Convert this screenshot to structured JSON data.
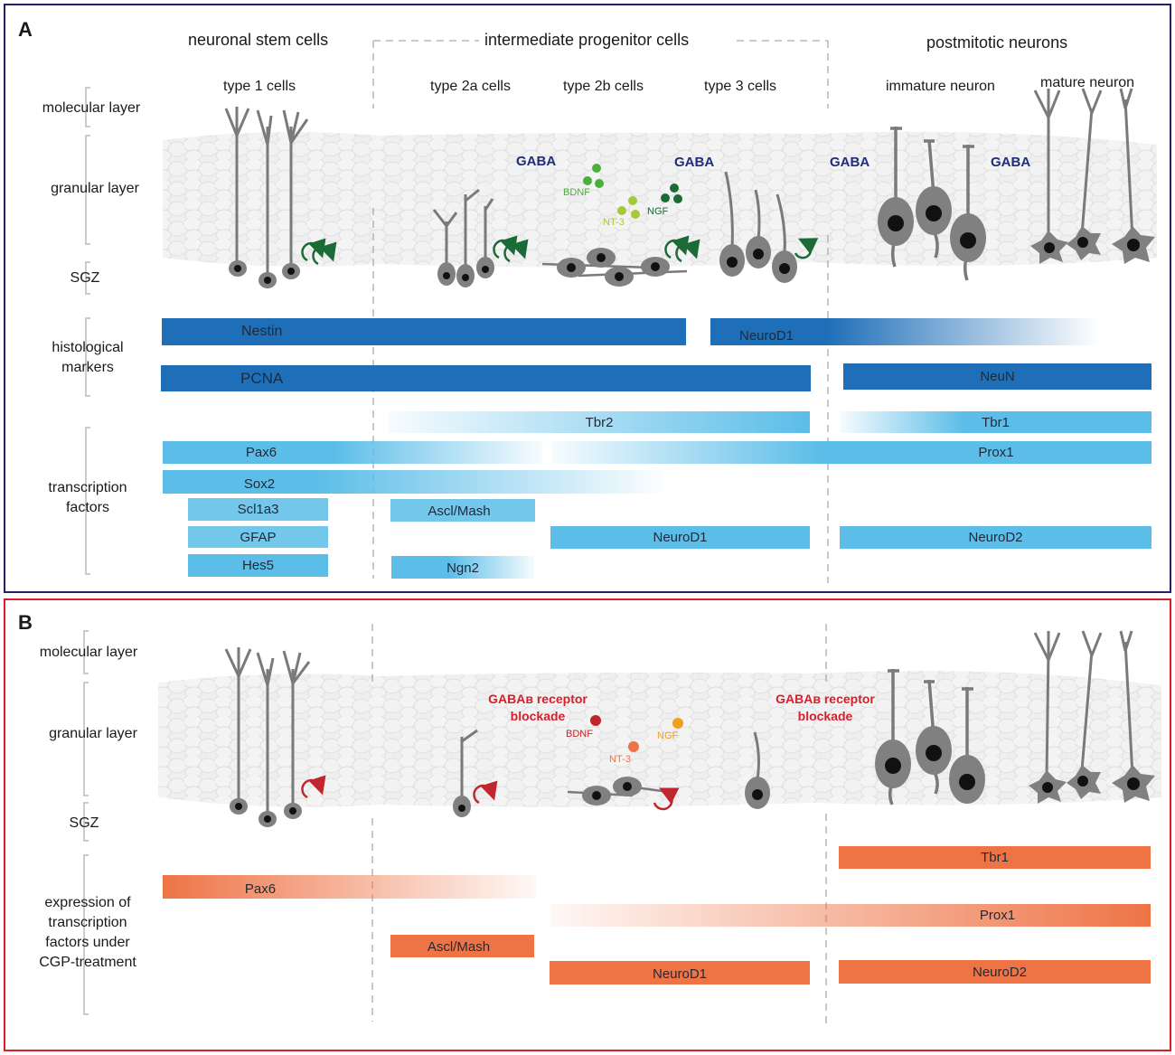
{
  "panelA": {
    "label": "A",
    "headers": {
      "stem": "neuronal stem cells",
      "progenitor": "intermediate progenitor cells",
      "postmitotic": "postmitotic neurons"
    },
    "cell_types": {
      "type1": "type 1 cells",
      "type2a": "type 2a cells",
      "type2b": "type 2b cells",
      "type3": "type 3 cells",
      "immature": "immature neuron",
      "mature": "mature neuron"
    },
    "layers": {
      "molecular": "molecular layer",
      "granular": "granular layer",
      "sgz": "SGZ",
      "histological": "histological markers",
      "transcription": "transcription factors"
    },
    "gaba_labels": [
      "GABA",
      "GABA",
      "GABA",
      "GABA"
    ],
    "neurotrophins": {
      "bdnf": "BDNF",
      "nt3": "NT-3",
      "ngf": "NGF"
    },
    "histological_markers": {
      "nestin": "Nestin",
      "neurod1": "NeuroD1",
      "pcna": "PCNA",
      "neun": "NeuN"
    },
    "transcription_factors": {
      "tbr2": "Tbr2",
      "tbr1": "Tbr1",
      "pax6": "Pax6",
      "prox1": "Prox1",
      "sox2": "Sox2",
      "scl1a3": "Scl1a3",
      "ascl": "Ascl/Mash",
      "gfap": "GFAP",
      "neurod1": "NeuroD1",
      "neurod2": "NeuroD2",
      "hes5": "Hes5",
      "ngn2": "Ngn2"
    }
  },
  "panelB": {
    "label": "B",
    "layers": {
      "molecular": "molecular layer",
      "granular": "granular layer",
      "sgz": "SGZ",
      "expression": "expression of transcription factors under CGP-treatment"
    },
    "blockade_labels": [
      "GABAʙ receptor blockade",
      "GABAʙ receptor blockade"
    ],
    "neurotrophins": {
      "bdnf": "BDNF",
      "nt3": "NT-3",
      "ngf": "NGF"
    },
    "transcription_factors": {
      "tbr1": "Tbr1",
      "pax6": "Pax6",
      "prox1": "Prox1",
      "ascl": "Ascl/Mash",
      "neurod1": "NeuroD1",
      "neurod2": "NeuroD2"
    }
  },
  "colors": {
    "panelA_border": "#262262",
    "panelB_border": "#d71e29",
    "dark_blue_bar": "#1f6fb8",
    "light_blue_bar": "#5bbde8",
    "orange_bar": "#ee7446",
    "cell_gray": "#808080",
    "tissue": "#ededed",
    "arrow_green": "#1a6b35",
    "arrow_red": "#c0262d"
  }
}
